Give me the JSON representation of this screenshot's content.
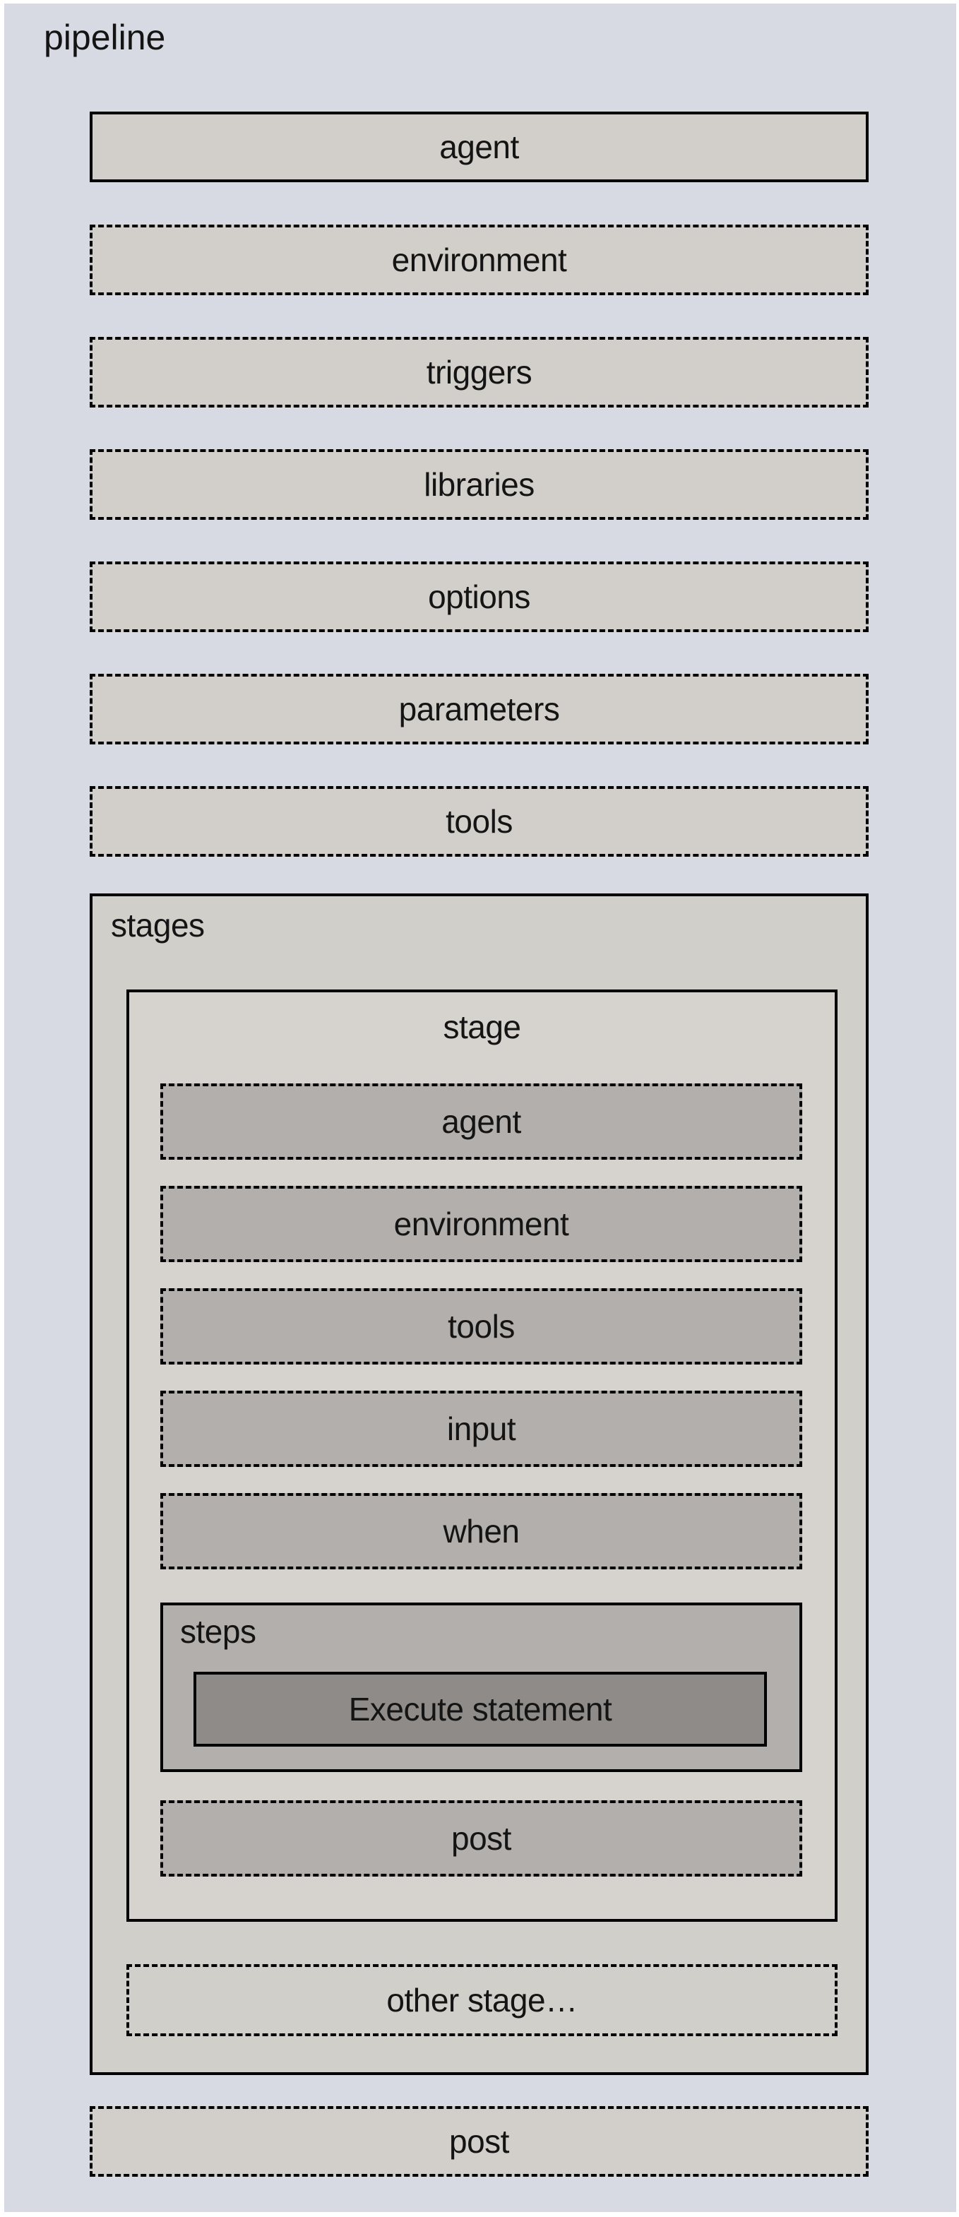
{
  "pipeline": {
    "title": "pipeline",
    "sections": [
      {
        "label": "agent",
        "border": "solid"
      },
      {
        "label": "environment",
        "border": "dashed"
      },
      {
        "label": "triggers",
        "border": "dashed"
      },
      {
        "label": "libraries",
        "border": "dashed"
      },
      {
        "label": "options",
        "border": "dashed"
      },
      {
        "label": "parameters",
        "border": "dashed"
      },
      {
        "label": "tools",
        "border": "dashed"
      }
    ],
    "stages": {
      "label": "stages",
      "stage": {
        "label": "stage",
        "sections": [
          {
            "label": "agent",
            "border": "dashed"
          },
          {
            "label": "environment",
            "border": "dashed"
          },
          {
            "label": "tools",
            "border": "dashed"
          },
          {
            "label": "input",
            "border": "dashed"
          },
          {
            "label": "when",
            "border": "dashed"
          }
        ],
        "steps": {
          "label": "steps",
          "statement": {
            "label": "Execute statement"
          }
        },
        "post": {
          "label": "post",
          "border": "dashed"
        }
      },
      "other_stage": {
        "label": "other stage…",
        "border": "dashed"
      }
    },
    "post": {
      "label": "post",
      "border": "dashed"
    }
  },
  "colors": {
    "page_bg": "#ffffff",
    "pipeline_bg": "#d7dae2",
    "light_box_bg": "#d2cfca",
    "stages_bg": "#d1cfca",
    "stage_bg": "#d6d3cf",
    "dark_box_bg": "#b3afac",
    "steps_bg": "#b3afac",
    "execute_bg": "#8e8b88",
    "border": "#000000",
    "text": "#141414"
  }
}
